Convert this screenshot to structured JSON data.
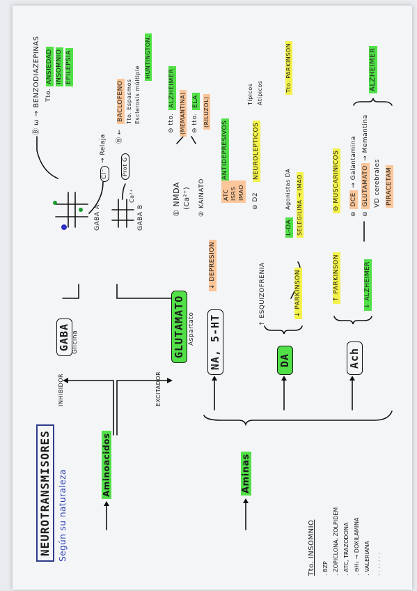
{
  "colors": {
    "green": "#52e048",
    "yellow": "#f4f24a",
    "orange": "#fbc69a",
    "pen": "#1b1b1b",
    "blue": "#2a3fb0"
  },
  "title": "NEUROTRANSMISORES",
  "subtitle": "Según su naturaleza",
  "aminoacidos": {
    "label": "Aminoacidos",
    "inhibidor": "INHIBIDOR",
    "excitador": "EXCITADOR",
    "gaba": {
      "label": "GABA",
      "sub": "Glicina",
      "gaba_a": "GABA A",
      "gaba_b": "GABA B",
      "cl": "Cl⁻",
      "relaja": "→ Relaja",
      "prot_g": "Prot G",
      "ca": "Ca²⁺",
      "bz_num": "Ⓑ",
      "bz": "ω → BENZODIAZEPINAS",
      "bz_tto": "Tto.",
      "bz_uses": [
        "ANSIEDAD",
        "INSOMNIO",
        "EPILEPSIA"
      ],
      "baclofeno_num": "Ⓑ ←",
      "baclofeno": "BACLOFENO",
      "baclofeno_tto": "Tto. Espasmos",
      "baclofeno_detail": "Esclerosis múltiple",
      "huntington": "HUNTINGTON."
    },
    "glutamato": {
      "label": "GLUTAMATO",
      "sub": "Aspartato",
      "nmda_num": "①",
      "nmda": "NMDA",
      "nmda_ca": "(Ca²⁺)",
      "kainato_num": "②",
      "kainato": "KAINATO",
      "alzheimer": "ALZHEIMER",
      "alz_tto": "⊖ tto.",
      "memantina": "(MEMANTINA)",
      "ela": "ELA",
      "ela_tto": "⊖ tto.",
      "riluzol": "(RILUZOL)"
    }
  },
  "aminas": {
    "label": "Aminas",
    "na": {
      "label": "NA, 5-HT",
      "depresion": "↓ DEPRESION",
      "antidepresivos": "ANTIDEPRESIVOS",
      "drugs": [
        "ATC",
        "ISRS",
        "IMAO"
      ]
    },
    "da": {
      "label": "DA",
      "esquizofrenia": "↑ ESQUIZOFRENIA",
      "d2": "⊖ D2",
      "neurolepticos": "NEUROLEPTICOS",
      "tipicos": "Típicos",
      "atipicos": "Atípicos",
      "parkinson": "↓ PARKINSON",
      "ldopa": "L-DA",
      "agonistas": "Agonistas DA",
      "selegilina": "SELEGILINA → IMAO",
      "tto_parkinson": "Tto. PARKINSON"
    },
    "ach": {
      "label": "Ach",
      "parkinson": "↑ PARKINSON",
      "muscarinicos": "⊖ MUSCARINICOS",
      "alzheimer": "↓ ALZHEIMER",
      "dce_num": "⊖",
      "dce": "DCE",
      "galantamina": "→ Galantamina",
      "glutamato_num": "⊖",
      "glutamato": "GLUTAMATO",
      "memantina": "→ Memantina",
      "vd": "VD cerebrales",
      "piracetam": "PIRACETAM",
      "alzheimer_box": "ALZHEIMER"
    }
  },
  "insomnio": {
    "title": "Tto. INSOMNIO",
    "items": [
      "BZP",
      "ZOPICLONA, ZOLPIDEM",
      "ATC, TRAZODONA",
      "⊖H₁ → DOXILAMINA",
      "VALERIANA",
      ". . . . . ."
    ],
    "bullets": [
      ".",
      ".",
      ".",
      ".",
      ".",
      "."
    ]
  }
}
